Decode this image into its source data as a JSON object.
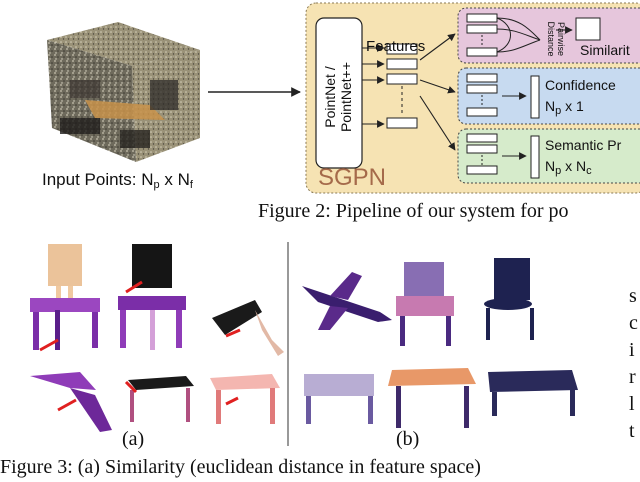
{
  "figure2": {
    "input_label": "Input Points:",
    "input_np": "N",
    "input_np_sub": "p",
    "input_mid": " x N",
    "input_nf_sub": "f",
    "backbone_line1": "PointNet /",
    "backbone_line2": "PointNet++",
    "features_label": "Features",
    "sgpn_label": "SGPN",
    "pairwise_line1": "Pairwise",
    "pairwise_line2": "Distance",
    "similarity_label": "Similarit",
    "confidence_label": "Confidence",
    "confidence_dim": "N",
    "confidence_dim_sub": "p",
    "confidence_dim_tail": " x 1",
    "semantic_label": "Semantic Pr",
    "semantic_dim": "N",
    "semantic_dim_sub": "p",
    "semantic_dim_mid": " x N",
    "semantic_dim_sub2": "c",
    "caption": "Figure 2: Pipeline of our system for po",
    "colors": {
      "sgpn_bg": "#f6e3b3",
      "similarity_bg": "#e6c6dc",
      "confidence_bg": "#c7daf0",
      "semantic_bg": "#d6ebcb"
    }
  },
  "figure3": {
    "label_a": "(a)",
    "label_b": "(b)",
    "caption": "Figure 3: (a) Similarity (euclidean distance in feature space)"
  },
  "body_text": {
    "lines": [
      "s",
      "c",
      "i",
      "r",
      "l",
      "t"
    ]
  }
}
